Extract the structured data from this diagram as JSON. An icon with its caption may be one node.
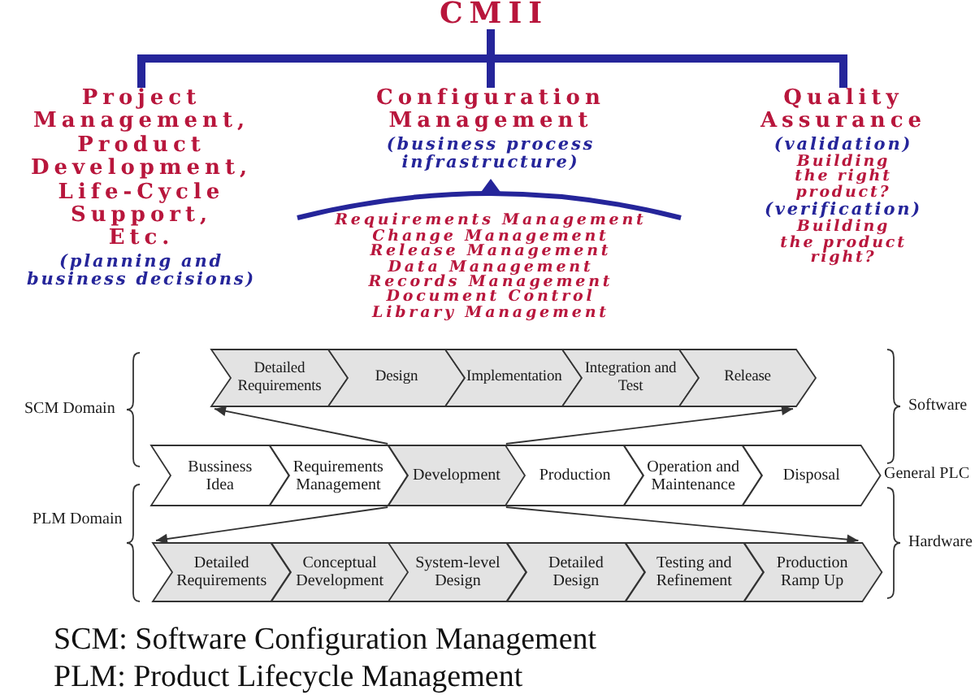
{
  "diagram": {
    "nodes": [
      {
        "text": [
          "CMII"
        ]
      },
      {
        "text": [
          "Project Management, Product Development, Life-Cycle Support, Etc.",
          "(planning and business decisions)"
        ]
      },
      {
        "text": [
          "Configuration Management",
          "(business process infrastructure)"
        ]
      },
      {
        "text": [
          "Quality Assurance",
          "(validation)",
          "Building the right product?",
          "(verification)",
          "Building the product right?"
        ]
      },
      {
        "text": [
          "Detailed Requirements"
        ]
      },
      {
        "text": [
          "Design"
        ]
      },
      {
        "text": [
          "Implementation"
        ]
      },
      {
        "text": [
          "Integration and Test"
        ]
      },
      {
        "text": [
          "Release"
        ]
      },
      {
        "text": [
          "Bussiness Idea"
        ]
      },
      {
        "text": [
          "Requirements Management"
        ]
      },
      {
        "text": [
          "Development"
        ]
      },
      {
        "text": [
          "Production"
        ]
      },
      {
        "text": [
          "Operation and Maintenance"
        ]
      },
      {
        "text": [
          "Disposal"
        ]
      },
      {
        "text": [
          "Detailed Requirements"
        ]
      },
      {
        "text": [
          "Conceptual Development"
        ]
      },
      {
        "text": [
          "System-level Design"
        ]
      },
      {
        "text": [
          "Detailed Design"
        ]
      },
      {
        "text": [
          "Testing and Refinement"
        ]
      },
      {
        "text": [
          "Production Ramp Up"
        ]
      }
    ],
    "edges": [
      {
        "from": 0,
        "to": 1,
        "arrow": "none",
        "style": "thick",
        "color": "#25259a"
      },
      {
        "from": 0,
        "to": 2,
        "arrow": "none",
        "style": "thick",
        "color": "#25259a"
      },
      {
        "from": 0,
        "to": 3,
        "arrow": "none",
        "style": "thick",
        "color": "#25259a"
      },
      {
        "from": 11,
        "to": 4,
        "arrow": "to"
      },
      {
        "from": 11,
        "to": 8,
        "arrow": "to"
      },
      {
        "from": 11,
        "to": 15,
        "arrow": "to"
      },
      {
        "from": 11,
        "to": 20,
        "arrow": "to"
      }
    ],
    "labels": [
      "Requirements Management",
      "Change Management",
      "Release Management",
      "Data Management",
      "Records Management",
      "Document Control",
      "Library Management",
      "SCM Domain",
      "Software",
      "General PLC",
      "PLM Domain",
      "Hardware",
      "SCM: Software Configuration Management",
      "PLM: Product Lifecycle Management"
    ]
  }
}
